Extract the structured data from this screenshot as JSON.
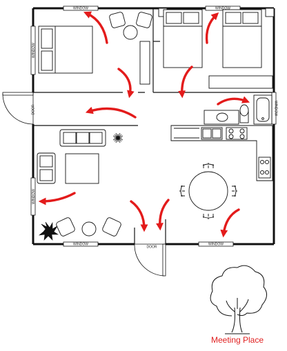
{
  "labels": {
    "window": "WINDOW",
    "door": "DOOR"
  },
  "meeting_place": {
    "label": "Meeting Place"
  },
  "colors": {
    "arrow": "#e31b1b",
    "wall": "#111111",
    "label": "#e02020"
  },
  "icons": [
    "bed-icon",
    "sofa-icon",
    "armchair-icon",
    "table-icon",
    "plant-icon",
    "sink-icon",
    "stove-icon",
    "bathtub-icon",
    "toilet-icon",
    "tree-icon",
    "evacuation-arrow-icon"
  ]
}
